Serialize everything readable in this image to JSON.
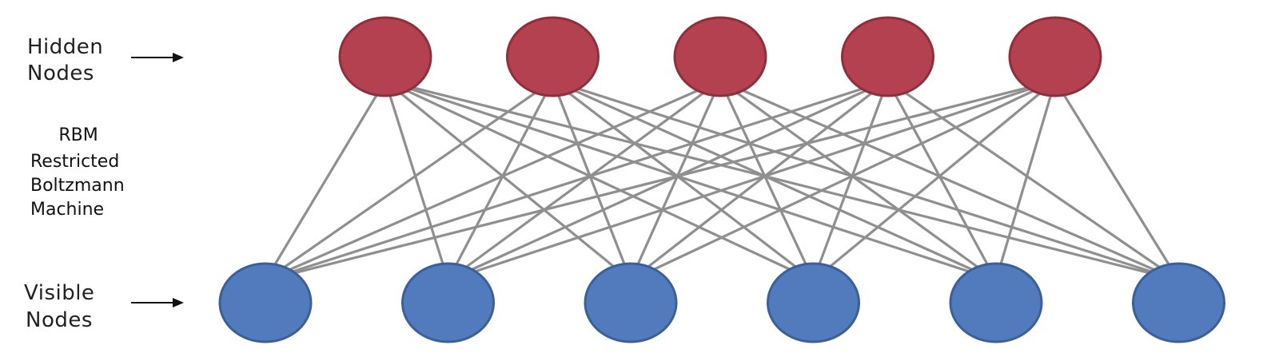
{
  "labels": {
    "hidden_layer": [
      "Hidden",
      "Nodes"
    ],
    "visible_layer": [
      "Visible",
      "Nodes"
    ],
    "model_name": [
      "RBM",
      "Restricted",
      "Boltzmann",
      "Machine"
    ]
  },
  "nodes": {
    "hidden_count": 5,
    "visible_count": 6
  },
  "colors": {
    "hidden_fill": "#b3414f",
    "hidden_stroke": "#8e2f3b",
    "visible_fill": "#517bbd",
    "visible_stroke": "#3b5f99",
    "edge": "#8f8f8f"
  }
}
